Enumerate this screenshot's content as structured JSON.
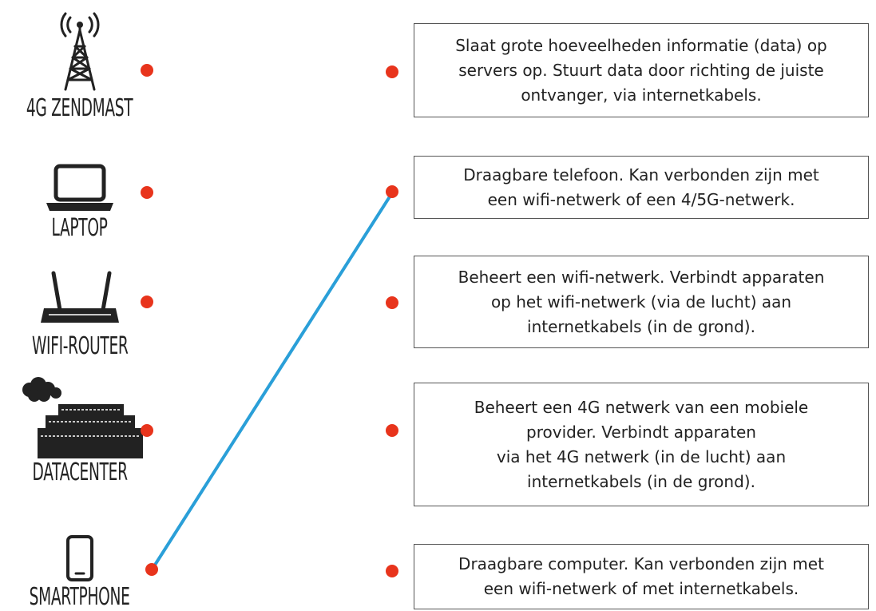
{
  "items": [
    {
      "label": "4G ZENDMAST",
      "icon": "cell-tower-icon"
    },
    {
      "label": "LAPTOP",
      "icon": "laptop-icon"
    },
    {
      "label": "WIFI-ROUTER",
      "icon": "wifi-router-icon"
    },
    {
      "label": "DATACENTER",
      "icon": "datacenter-icon"
    },
    {
      "label": "SMARTPHONE",
      "icon": "smartphone-icon"
    }
  ],
  "descriptions": [
    "Slaat grote hoeveelheden informatie (data) op\nservers op. Stuurt data door richting de juiste\nontvanger, via internetkabels.",
    "Draagbare telefoon. Kan verbonden zijn met\neen wifi-netwerk of een 4/5G-netwerk.",
    "Beheert een wifi-netwerk. Verbindt apparaten\nop het wifi-netwerk (via de lucht) aan\ninternetkabels (in de grond).",
    "Beheert een 4G netwerk van een mobiele\nprovider. Verbindt apparaten\nvia het 4G netwerk (in de lucht) aan\ninternetkabels (in de grond).",
    "Draagbare computer. Kan verbonden zijn met\neen wifi-netwerk of met internetkabels."
  ],
  "connections": [
    {
      "item": "SMARTPHONE",
      "description_index": 1
    }
  ],
  "colors": {
    "dot": "#e8341c",
    "line": "#2a9fd8",
    "text": "#222222",
    "border": "#555555"
  }
}
